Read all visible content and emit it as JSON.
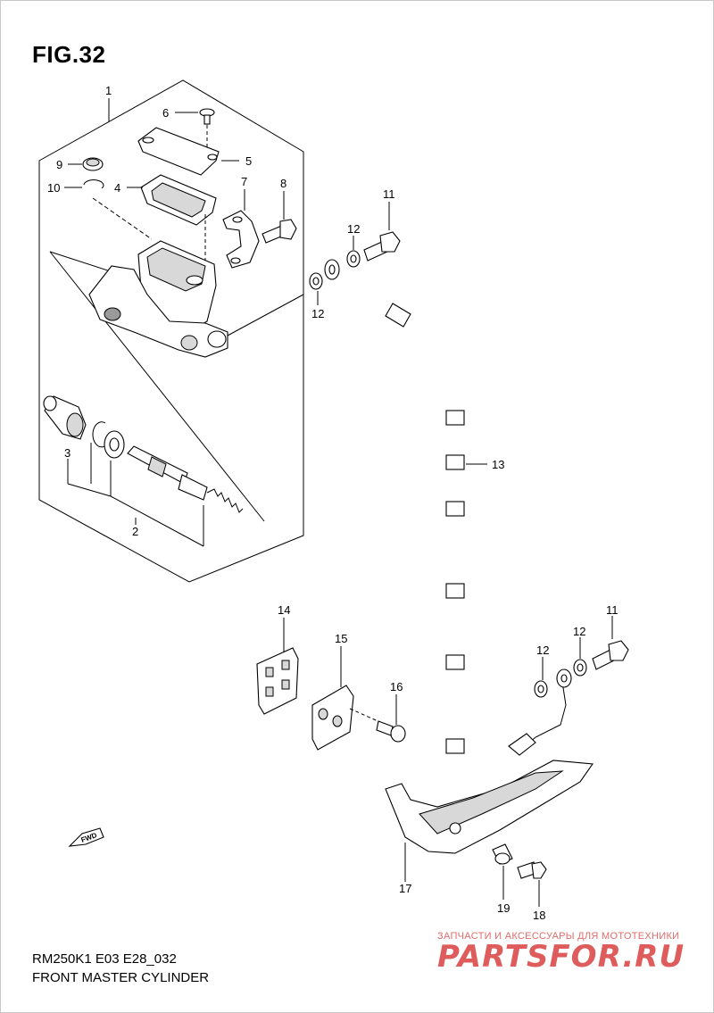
{
  "figure": {
    "title": "FIG.32",
    "model_code": "RM250K1 E03 E28_032",
    "name": "FRONT MASTER CYLINDER"
  },
  "parts": {
    "p1": "1",
    "p2": "2",
    "p3": "3",
    "p4": "4",
    "p5": "5",
    "p6": "6",
    "p7": "7",
    "p8": "8",
    "p9": "9",
    "p10": "10",
    "p11a": "11",
    "p11b": "11",
    "p12a": "12",
    "p12b": "12",
    "p12c": "12",
    "p12d": "12",
    "p13": "13",
    "p14": "14",
    "p15": "15",
    "p16": "16",
    "p17": "17",
    "p18": "18",
    "p19": "19"
  },
  "fwd_icon": "FWD",
  "watermark": {
    "tagline": "ЗАПЧАСТИ И АКСЕССУАРЫ ДЛЯ МОТОТЕХНИКИ",
    "logo": "PARTSFOR.RU"
  }
}
